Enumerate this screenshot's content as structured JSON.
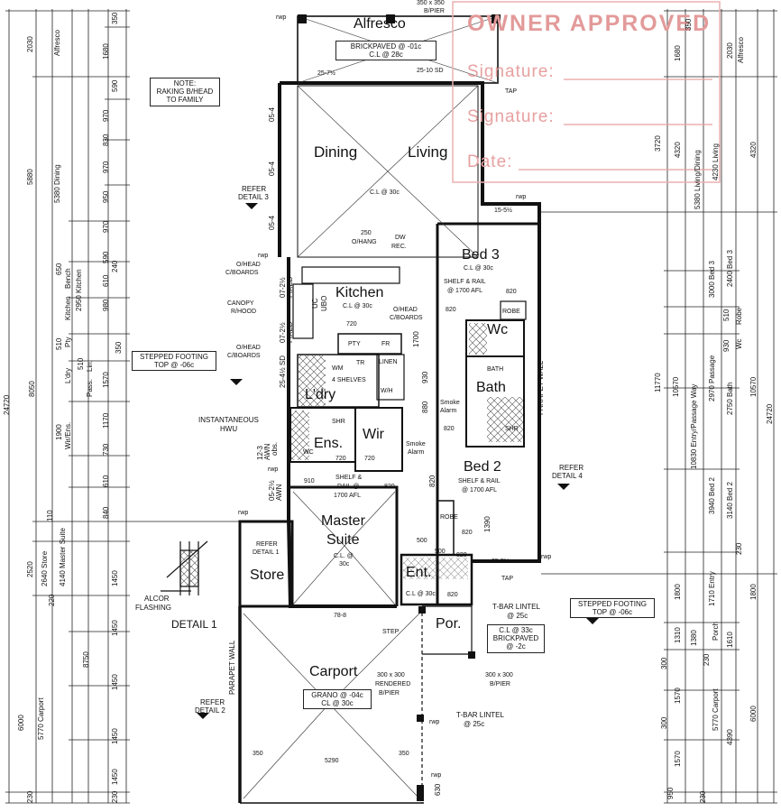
{
  "stamp": {
    "title": "OWNER APPROVED",
    "signature1": "Signature:",
    "signature2": "Signature:",
    "date": "Date:",
    "color": "#e39a9a"
  },
  "note": {
    "line1": "NOTE:",
    "line2": "RAKING B/HEAD",
    "line3": "TO FAMILY"
  },
  "rooms": {
    "alfresco": "Alfresco",
    "dining": "Dining",
    "living": "Living",
    "kitchen": "Kitchen",
    "bed3": "Bed 3",
    "wc": "Wc",
    "bath": "Bath",
    "ldry": "L'dry",
    "ens": "Ens.",
    "wir": "Wir",
    "bed2": "Bed 2",
    "master": "Master",
    "suite": "Suite",
    "store": "Store",
    "ent": "Ent.",
    "por": "Por.",
    "carport": "Carport"
  },
  "labels": {
    "alfresco_spec1": "BRICKPAVED @ -01c",
    "alfresco_spec2": "C.L @ 28c",
    "pier_top": "350 x 350",
    "bpier_top": "B/PIER",
    "rwp": "rwp",
    "fall_top1": "25-7½",
    "fall_top2": "25-10 SD",
    "tap": "TAP",
    "cl30c": "C.L @ 30c",
    "refer_detail3_1": "REFER",
    "refer_detail3_2": "DETAIL 3",
    "fall_bed3": "15-5½",
    "hang250": "250",
    "ohang": "O/HANG",
    "dw": "DW",
    "rec": "REC.",
    "ohead1": "O/HEAD",
    "cboards1": "C/BOARDS",
    "canopy": "CANOPY",
    "rhood": "R/HOOD",
    "ohead2": "O/HEAD",
    "cboards2": "C/BOARDS",
    "ohead3": "O/HEAD",
    "cboards3": "C/BOARDS",
    "shelf1": "SHELF & RAIL",
    "afl1": "@ 1700 AFL",
    "w820a": "820",
    "w820b": "820",
    "robe": "ROBE",
    "w720": "720",
    "pty": "PTY",
    "fr": "FR",
    "stepped1a": "STEPPED FOOTING",
    "stepped1b": "TOP @ -06c",
    "wm": "WM",
    "tr": "TR",
    "linen": "LINEN",
    "shelves": "4 SHELVES",
    "wh": "W/H",
    "bath_lbl": "BATH",
    "smoke1": "Smoke",
    "alarm1": "Alarm",
    "smoke2": "Smoke",
    "alarm2": "Alarm",
    "inst1": "INSTANTANEOUS",
    "inst2": "HWU",
    "shr1": "SHR",
    "shr2": "SHR",
    "wc2": "WC",
    "w720b": "720",
    "w720c": "720",
    "w820c": "820",
    "w820d": "820",
    "w910": "910",
    "shelf2": "SHELF &",
    "rail2": "RAIL @",
    "afl2": "1700 AFL",
    "shelf3": "SHELF & RAIL",
    "afl3": "@ 1700 AFL",
    "w820e": "820",
    "refer_detail4_1": "REFER",
    "refer_detail4_2": "DETAIL 4",
    "parapet1": "PARAPET WALL",
    "parapet2": "PARAPET WALL",
    "refer_detail1_1": "REFER",
    "refer_detail1_2": "DETAIL 1",
    "alcor1": "ALCOR",
    "alcor2": "FLASHING",
    "detail1": "DETAIL 1",
    "master_cl1": "C.L. @",
    "master_cl2": "30c",
    "w500": "500",
    "w500b": "500",
    "w820f": "820",
    "w1390": "1390",
    "robe2": "ROBE",
    "fall_ent": "25-5½",
    "ent_cl": "C.L @ 30c",
    "w820g": "820",
    "tbar1a": "T-BAR LINTEL",
    "tbar1b": "@ 25c",
    "stepped2a": "STEPPED FOOTING",
    "stepped2b": "TOP @ -06c",
    "fall_por": "78-8",
    "step": "STEP",
    "por_spec1": "C.L @ 33c",
    "por_spec2": "BRICKPAVED",
    "por_spec3": "@ -2c",
    "pier2a": "300 x 300",
    "pier2b": "B/PIER",
    "pier3a": "300 x 300",
    "pier3b": "RENDERED",
    "pier3c": "B/PIER",
    "carport_spec1": "GRANO @ -04c",
    "carport_spec2": "CL @ 30c",
    "tbar2a": "T-BAR LINTEL",
    "tbar2b": "@ 25c",
    "refer_detail2_1": "REFER",
    "refer_detail2_2": "DETAIL 2",
    "w350a": "350",
    "w5290": "5290",
    "w350b": "350",
    "w630": "630",
    "awn1": "12-3",
    "awn2": "AWN",
    "obs": "obs.",
    "awn3": "05-2½",
    "awn4": "AWN",
    "fixed1": "07-2½",
    "fixed2": "FIXED",
    "fixed3": "07-2½",
    "fixed4": "FIXED",
    "sd": "25-4½ SD",
    "w05a": "05-4",
    "w05b": "05-4",
    "w05c": "05-4",
    "uc": "UC",
    "ubo": "UBO",
    "w880": "880",
    "w930": "930",
    "w1700": "1700",
    "w820h": "820"
  },
  "dims_left": {
    "outer_a": "2030",
    "outer_b": "Alfresco",
    "mid_a": "350",
    "mid_b": "1680",
    "mid_c": "590",
    "mid_d": "970",
    "mid_e": "830",
    "mid_f": "970",
    "mid_g": "950",
    "mid_h": "970",
    "dining_total": "5880",
    "dining_lbl": "5380 Dining",
    "m1": "240",
    "m2": "650",
    "m3": "Bench",
    "m4": "2950 Kitchen",
    "m5": "Kitchen",
    "m6": "590",
    "m7": "610",
    "m8": "980",
    "m9": "510",
    "m10": "Pty",
    "m11": "350",
    "n1": "1570",
    "n2": "L'dry",
    "n3": "510",
    "n4": "Lin.",
    "n5": "Pass.",
    "n6": "1900",
    "n7": "Wir/Ens.",
    "n8": "1170",
    "n9": "730",
    "n10": "610",
    "n11": "840",
    "overall1": "24720",
    "overall2": "8050",
    "s1": "110",
    "s2": "2520",
    "s3": "2640 Store",
    "s4": "4140 Master Suite",
    "s5": "220",
    "s6": "1450",
    "s7": "1450",
    "s8": "8750",
    "c1": "1450",
    "c2": "1450",
    "c3": "6000",
    "c4": "5770 Carport",
    "c5": "1450",
    "c6": "230",
    "c7": "230"
  },
  "dims_right": {
    "a1": "2030",
    "a2": "Alfresco",
    "a3": "1680",
    "a4": "350",
    "b1": "3720",
    "b2": "4320",
    "b3": "4320",
    "b4": "5380 Living/Dining",
    "b5": "4230 Living",
    "c1": "3000 Bed 3",
    "c2": "2400 Bed 3",
    "c3": "510",
    "c4": "Robe",
    "c5": "Wc",
    "c6": "930",
    "c7": "2970 Passage",
    "c8": "2750 Bath",
    "d1": "11770",
    "d2": "10570",
    "d3": "10830 Entry/Passage Way",
    "d4": "10570",
    "d5": "24720",
    "e1": "3940 Bed 2",
    "e2": "3140 Bed 2",
    "f1": "230",
    "f2": "1800",
    "f3": "1710 Entry",
    "f4": "1800",
    "g1": "1310",
    "g2": "1380",
    "g3": "230",
    "g4": "1610",
    "g5": "Porch",
    "h1": "1570",
    "h2": "5770 Carport",
    "h3": "4390",
    "h4": "6000",
    "h5": "300",
    "h6": "1570",
    "h7": "950",
    "h8": "230",
    "h9": "300"
  }
}
